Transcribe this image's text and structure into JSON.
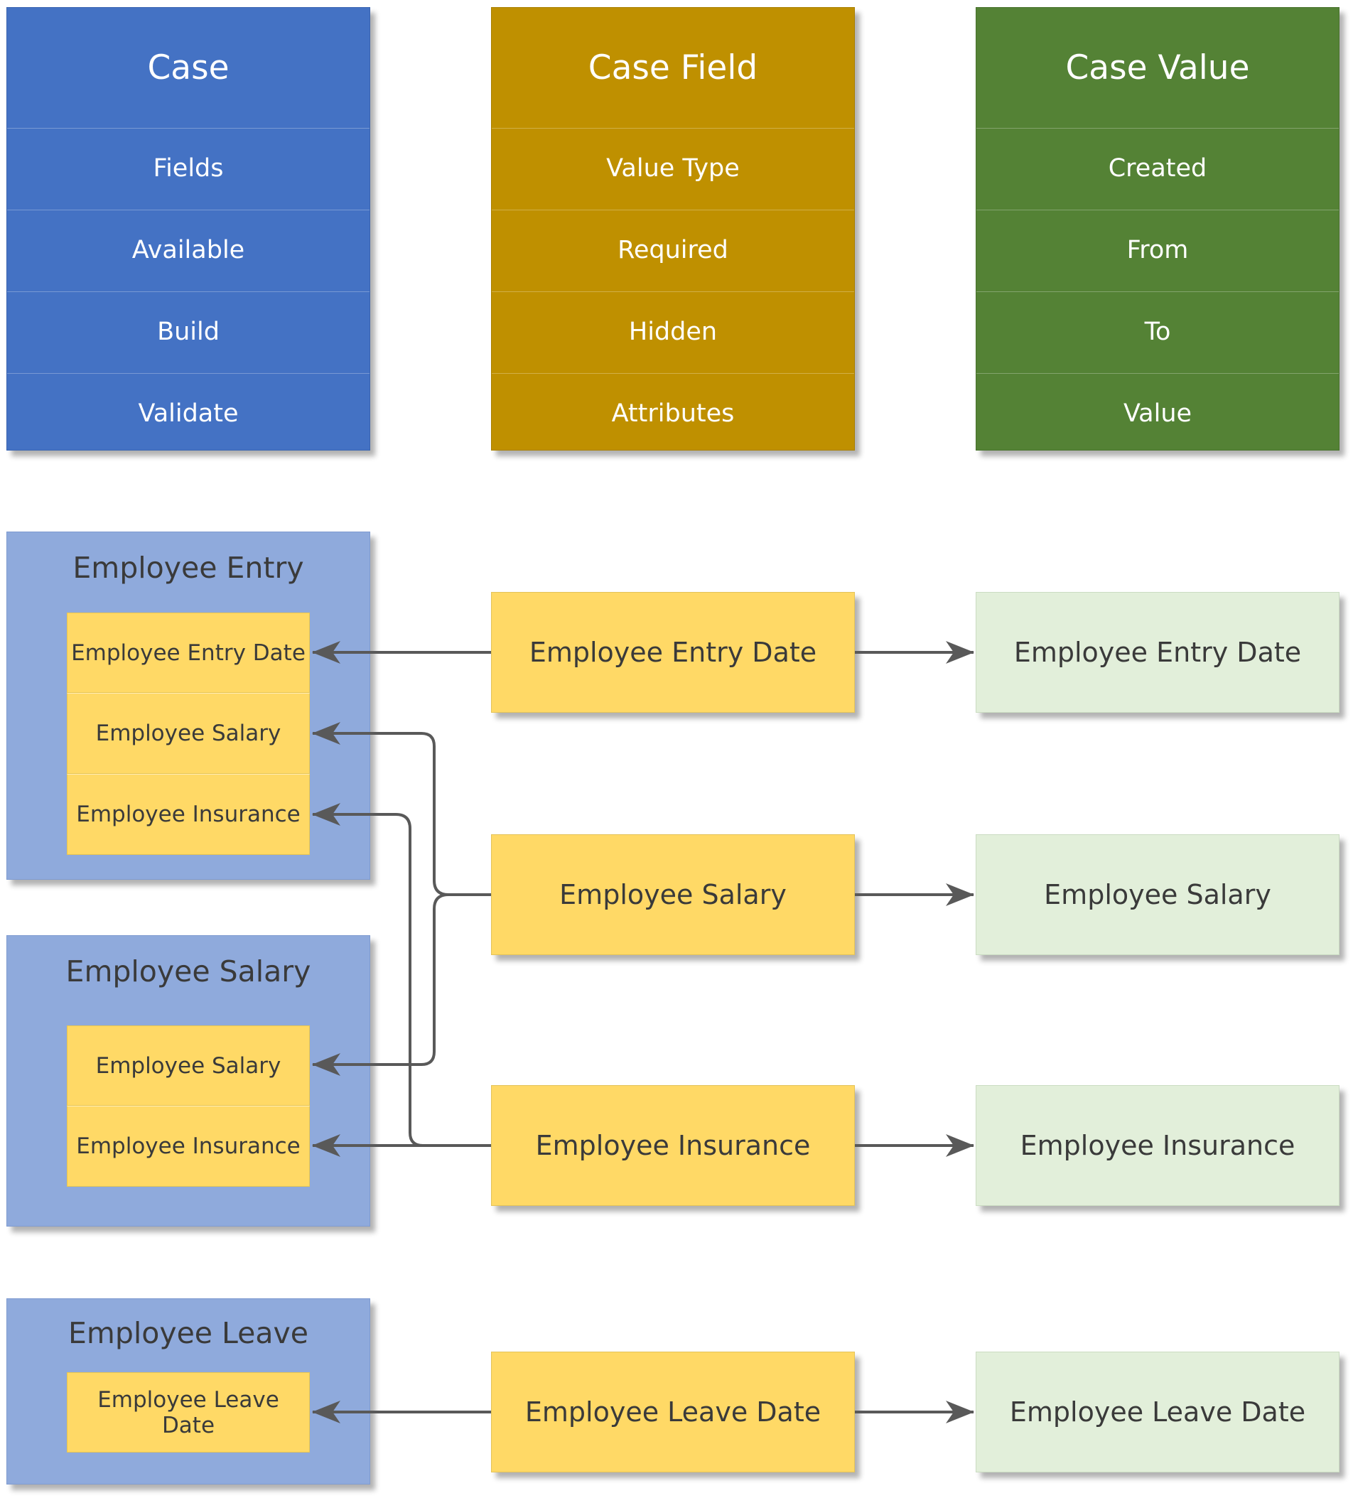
{
  "columns": {
    "case": {
      "title": "Case",
      "rows": [
        "Fields",
        "Available",
        "Build",
        "Validate"
      ],
      "color": "#4472c4"
    },
    "case_field": {
      "title": "Case Field",
      "rows": [
        "Value Type",
        "Required",
        "Hidden",
        "Attributes"
      ],
      "color": "#bf9000"
    },
    "case_value": {
      "title": "Case Value",
      "rows": [
        "Created",
        "From",
        "To",
        "Value"
      ],
      "color": "#548235"
    }
  },
  "cases": [
    {
      "title": "Employee Entry",
      "fields": [
        "Employee Entry Date",
        "Employee Salary",
        "Employee Insurance"
      ]
    },
    {
      "title": "Employee Salary",
      "fields": [
        "Employee Salary",
        "Employee Insurance"
      ]
    },
    {
      "title": "Employee Leave",
      "fields": [
        "Employee Leave Date"
      ]
    }
  ],
  "case_fields": [
    "Employee Entry Date",
    "Employee Salary",
    "Employee Insurance",
    "Employee Leave Date"
  ],
  "case_values": [
    "Employee Entry Date",
    "Employee Salary",
    "Employee Insurance",
    "Employee Leave Date"
  ],
  "colors": {
    "case_group": "#8faadc",
    "field_box": "#ffd966",
    "value_box": "#e2efda",
    "connector": "#595959"
  }
}
